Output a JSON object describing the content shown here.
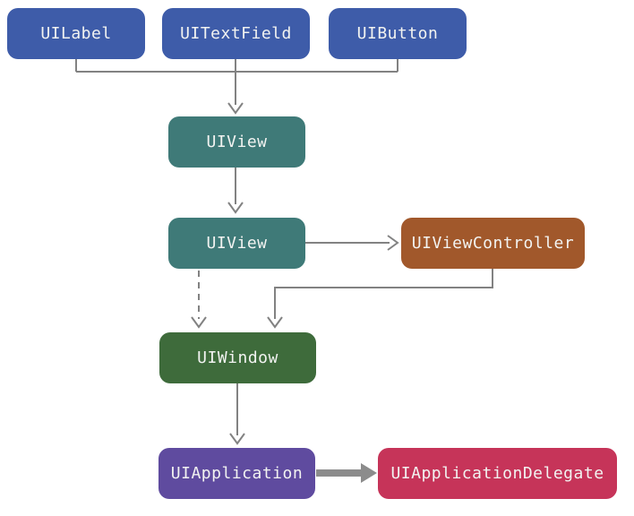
{
  "diagram": {
    "kind": "uikit-class-hierarchy-flow",
    "connector_color": "#828282",
    "thick_arrow_color": "#8c8c8c",
    "background_color": "#ffffff",
    "label_color": "#f2f3f1",
    "nodes": [
      {
        "id": "uilabel",
        "label": "UILabel",
        "color": "#3e5ca9"
      },
      {
        "id": "uitextfield",
        "label": "UITextField",
        "color": "#3e5ca9"
      },
      {
        "id": "uibutton",
        "label": "UIButton",
        "color": "#3e5ca9"
      },
      {
        "id": "uiview1",
        "label": "UIView",
        "color": "#3f7a78"
      },
      {
        "id": "uiview2",
        "label": "UIView",
        "color": "#3f7a78"
      },
      {
        "id": "uiviewcontroller",
        "label": "UIViewController",
        "color": "#a1582b"
      },
      {
        "id": "uiwindow",
        "label": "UIWindow",
        "color": "#3e6b3b"
      },
      {
        "id": "uiapplication",
        "label": "UIApplication",
        "color": "#5f4b9f"
      },
      {
        "id": "uiappdelegate",
        "label": "UIApplicationDelegate",
        "color": "#c63459"
      }
    ],
    "edges": [
      {
        "from": "UILabel",
        "to": "UIView",
        "style": "solid",
        "direction": "down-merge"
      },
      {
        "from": "UITextField",
        "to": "UIView",
        "style": "solid",
        "direction": "down"
      },
      {
        "from": "UIButton",
        "to": "UIView",
        "style": "solid",
        "direction": "down-merge"
      },
      {
        "from": "UIView",
        "to": "UIView",
        "style": "solid",
        "direction": "down"
      },
      {
        "from": "UIView",
        "to": "UIViewController",
        "style": "solid",
        "direction": "right"
      },
      {
        "from": "UIView",
        "to": "UIWindow",
        "style": "dashed",
        "direction": "down"
      },
      {
        "from": "UIViewController",
        "to": "UIWindow",
        "style": "solid",
        "direction": "down-elbow"
      },
      {
        "from": "UIWindow",
        "to": "UIApplication",
        "style": "solid",
        "direction": "down"
      },
      {
        "from": "UIApplication",
        "to": "UIApplicationDelegate",
        "style": "thick",
        "direction": "right"
      }
    ]
  }
}
